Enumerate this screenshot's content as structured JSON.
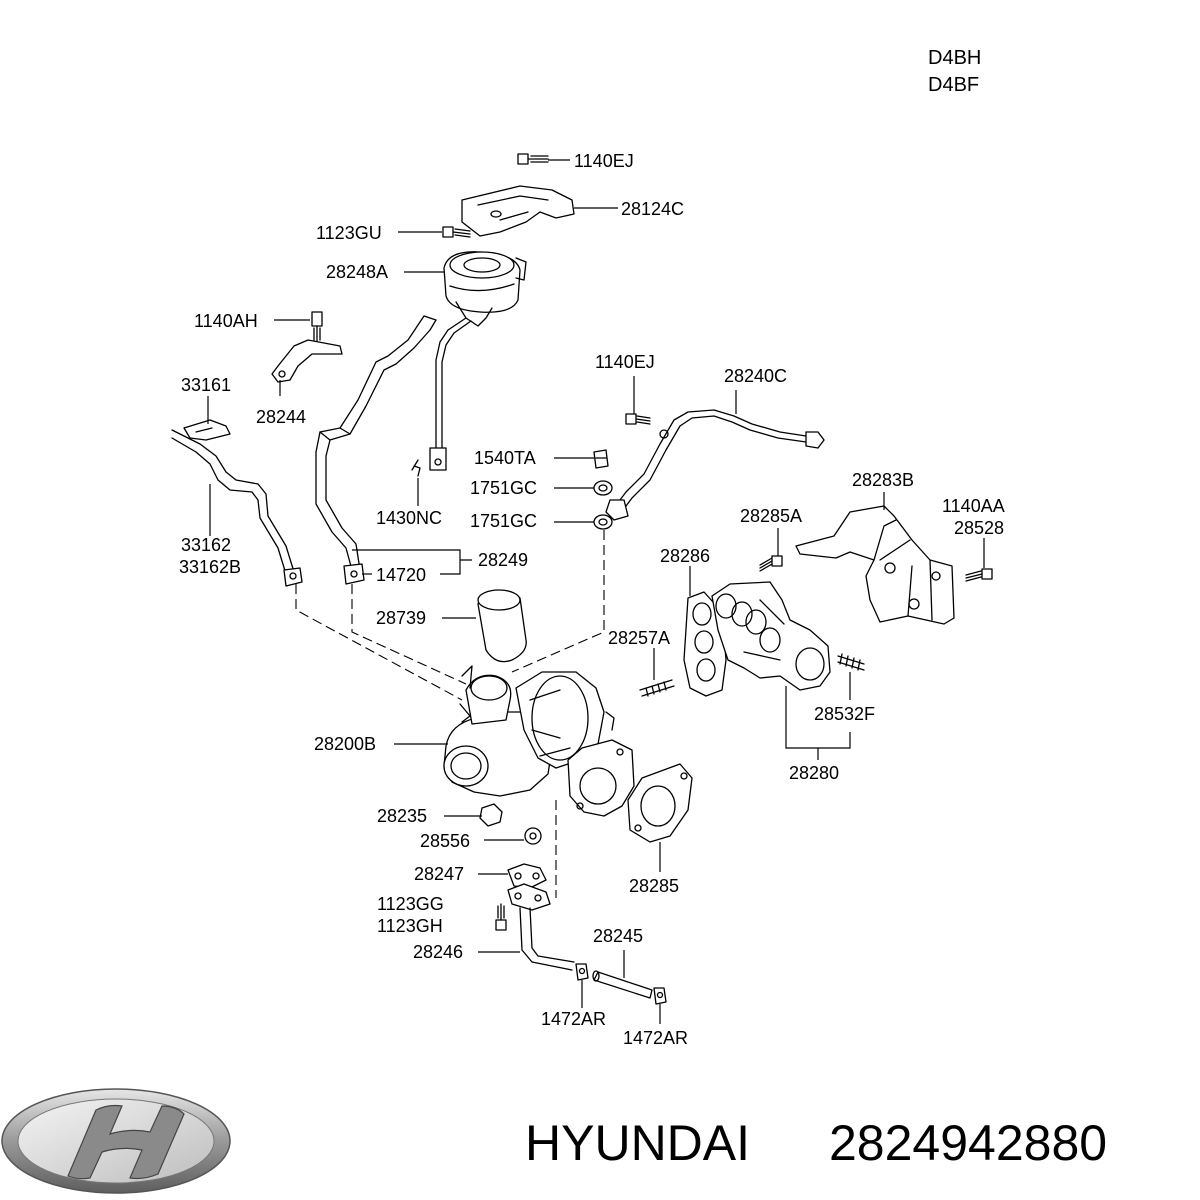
{
  "engine_codes": [
    "D4BH",
    "D4BF"
  ],
  "labels": {
    "l_1140EJ_top": "1140EJ",
    "l_28124C": "28124C",
    "l_1123GU": "1123GU",
    "l_28248A": "28248A",
    "l_1140AH": "1140AH",
    "l_33161": "33161",
    "l_28244": "28244",
    "l_1140EJ_mid": "1140EJ",
    "l_28240C": "28240C",
    "l_1540TA": "1540TA",
    "l_1751GC_a": "1751GC",
    "l_1751GC_b": "1751GC",
    "l_1430NC": "1430NC",
    "l_28283B": "28283B",
    "l_1140AA": "1140AA",
    "l_28528": "28528",
    "l_28285A": "28285A",
    "l_33162": "33162",
    "l_33162B": "33162B",
    "l_28249": "28249",
    "l_14720": "14720",
    "l_28286": "28286",
    "l_28739": "28739",
    "l_28257A": "28257A",
    "l_28532F": "28532F",
    "l_28200B": "28200B",
    "l_28280": "28280",
    "l_28235": "28235",
    "l_28556": "28556",
    "l_28247": "28247",
    "l_28285": "28285",
    "l_1123GG": "1123GG",
    "l_1123GH": "1123GH",
    "l_28245": "28245",
    "l_28246": "28246",
    "l_1472AR_a": "1472AR",
    "l_1472AR_b": "1472AR"
  },
  "footer": {
    "brand": "HYUNDAI",
    "part_number": "2824942880"
  },
  "logo_icon": "hyundai-logo-icon"
}
